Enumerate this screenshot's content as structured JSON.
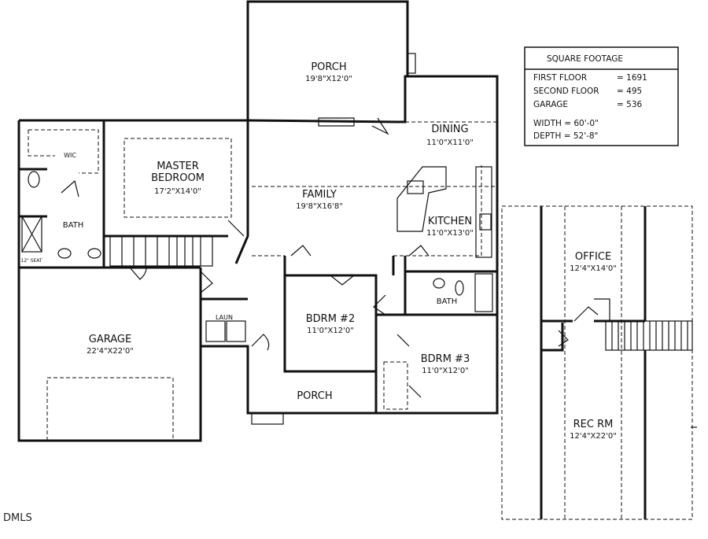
{
  "rooms": {
    "porch_rear": {
      "name": "PORCH",
      "size": "19'8\"X12'0\""
    },
    "dining": {
      "name": "DINING",
      "size": "11'0\"X11'0\""
    },
    "master": {
      "name_line1": "MASTER",
      "name_line2": "BEDROOM",
      "size": "17'2\"X14'0\""
    },
    "family": {
      "name": "FAMILY",
      "size": "19'8\"X16'8\""
    },
    "kitchen": {
      "name": "KITCHEN",
      "size": "11'0\"X13'0\""
    },
    "wic": {
      "name": "WIC"
    },
    "master_bath": {
      "name": "BATH"
    },
    "seat": {
      "name": "12\" SEAT"
    },
    "bdrm2": {
      "name": "BDRM #2",
      "size": "11'0\"X12'0\""
    },
    "bath2": {
      "name": "BATH"
    },
    "laun": {
      "name": "LAUN"
    },
    "garage": {
      "name": "GARAGE",
      "size": "22'4\"X22'0\""
    },
    "bdrm3": {
      "name": "BDRM #3",
      "size": "11'0\"X12'0\""
    },
    "porch_front": {
      "name": "PORCH"
    },
    "office": {
      "name": "OFFICE",
      "size": "12'4\"X14'0\""
    },
    "rec_rm": {
      "name": "REC RM",
      "size": "12'4\"X22'0\""
    }
  },
  "square_footage": {
    "title": "SQUARE FOOTAGE",
    "rows": [
      {
        "label": "FIRST FLOOR",
        "value": "= 1691"
      },
      {
        "label": "SECOND FLOOR",
        "value": "= 495"
      },
      {
        "label": "GARAGE",
        "value": "= 536"
      }
    ],
    "width": "WIDTH = 60'-0\"",
    "depth": "DEPTH = 52'-8\""
  },
  "watermark": "DMLS"
}
